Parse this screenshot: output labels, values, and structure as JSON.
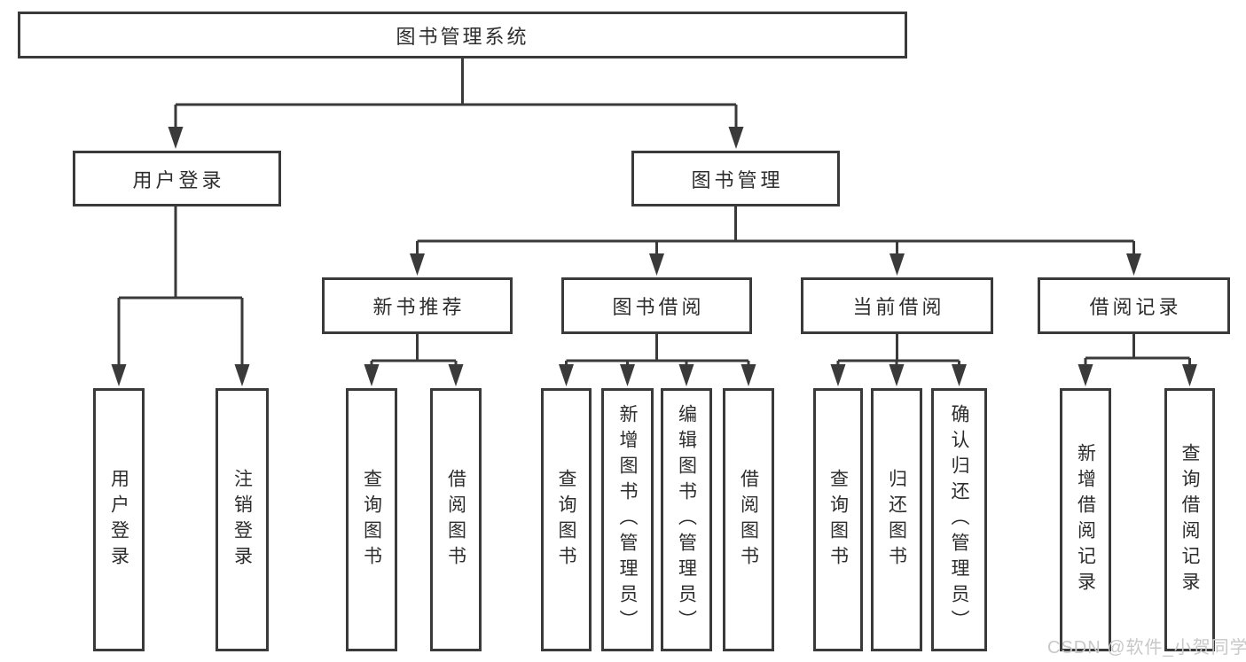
{
  "diagram": {
    "type": "hierarchy-tree",
    "orientation": "top-down",
    "tree": {
      "label": "图书管理系统",
      "children": [
        {
          "label": "用户登录",
          "children": [
            {
              "label": "用户登录"
            },
            {
              "label": "注销登录"
            }
          ]
        },
        {
          "label": "图书管理",
          "children": [
            {
              "label": "新书推荐",
              "children": [
                {
                  "label": "查询图书"
                },
                {
                  "label": "借阅图书"
                }
              ]
            },
            {
              "label": "图书借阅",
              "children": [
                {
                  "label": "查询图书"
                },
                {
                  "label": "新增图书（管理员）"
                },
                {
                  "label": "编辑图书（管理员）"
                },
                {
                  "label": "借阅图书"
                }
              ]
            },
            {
              "label": "当前借阅",
              "children": [
                {
                  "label": "查询图书"
                },
                {
                  "label": "归还图书"
                },
                {
                  "label": "确认归还（管理员）"
                }
              ]
            },
            {
              "label": "借阅记录",
              "children": [
                {
                  "label": "新增借阅记录"
                },
                {
                  "label": "查询借阅记录"
                }
              ]
            }
          ]
        }
      ]
    },
    "colors": {
      "line": "#3a3a3a",
      "box_border": "#3a3a3a",
      "box_fill": "#ffffff",
      "text": "#2d2d2d",
      "background": "#ffffff",
      "watermark": "#c8c8c8"
    }
  },
  "watermark": {
    "text": "CSDN @软件_小贺同学"
  }
}
